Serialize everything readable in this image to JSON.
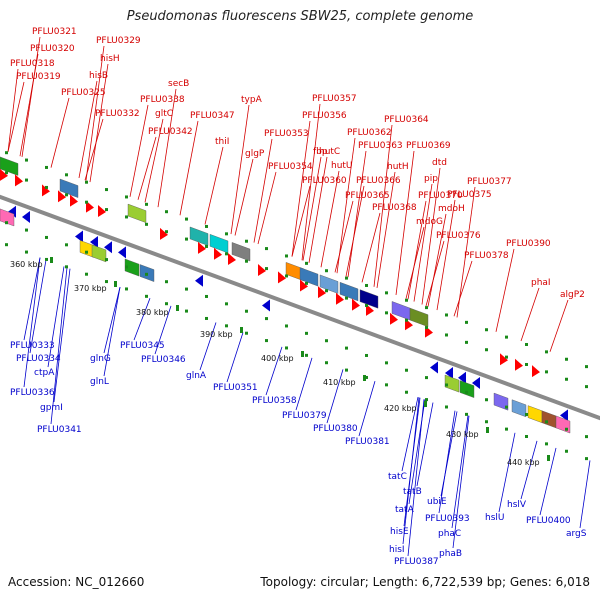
{
  "title": "Pseudomonas fluorescens SBW25, complete genome",
  "footer": {
    "accession": "Accession: NC_012660",
    "stats": "Topology: circular; Length: 6,722,539 bp; Genes: 6,018"
  },
  "colors": {
    "forward_label": "#d40000",
    "reverse_label": "#0000cc",
    "backbone": "#8a8a8a",
    "tick": "#1a8a1a"
  },
  "tick_labels": [
    "360 kbp",
    "370 kbp",
    "380 kbp",
    "390 kbp",
    "400 kbp",
    "410 kbp",
    "420 kbp",
    "430 kbp",
    "440 kbp"
  ],
  "top_labels": [
    "PFLU0321",
    "PFLU0320",
    "PFLU0318",
    "PFLU0319",
    "PFLU0329",
    "hisH",
    "hisB",
    "PFLU0325",
    "PFLU0332",
    "secB",
    "PFLU0338",
    "gltC",
    "PFLU0342",
    "PFLU0347",
    "typA",
    "thiI",
    "glgP",
    "PFLU0353",
    "PFLU0354",
    "PFLU0357",
    "PFLU0356",
    "fbp",
    "hutC",
    "hutU",
    "PFLU0360",
    "PFLU0364",
    "PFLU0362",
    "PFLU0363",
    "hutH",
    "PFLU0366",
    "PFLU0365",
    "PFLU0368",
    "PFLU0369",
    "dtd",
    "pip",
    "PFLU0370",
    "mdoH",
    "mdoG",
    "PFLU0375",
    "PFLU0377",
    "PFLU0376",
    "PFLU0378",
    "PFLU0390",
    "phaI",
    "algP2"
  ],
  "bottom_labels": [
    "PFLU0333",
    "PFLU0334",
    "ctpA",
    "PFLU0336",
    "gpmI",
    "PFLU0341",
    "glnG",
    "glnL",
    "PFLU0345",
    "PFLU0346",
    "glnA",
    "PFLU0351",
    "PFLU0358",
    "PFLU0379",
    "PFLU0380",
    "PFLU0381",
    "tatC",
    "tatB",
    "tatA",
    "hisE",
    "hisI",
    "PFLU0387",
    "ubiE",
    "PFLU0393",
    "phaC",
    "phaB",
    "hslU",
    "hslV",
    "PFLU0400",
    "argS"
  ]
}
